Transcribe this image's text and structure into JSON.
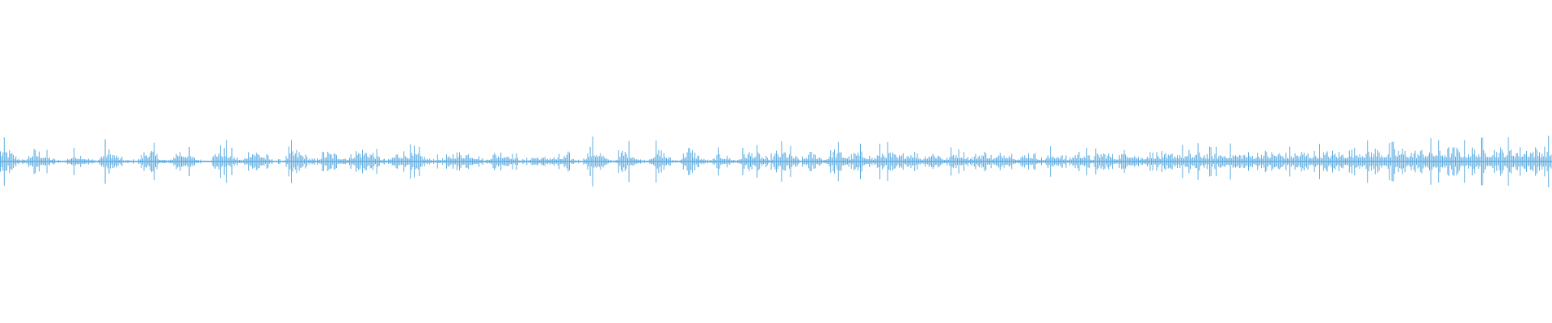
{
  "chart_data": {
    "type": "waveform",
    "title": "",
    "xlabel": "",
    "ylabel": "",
    "axes_visible": false,
    "grid": false,
    "color": "#5dade2",
    "background": "#ffffff",
    "ylim": [
      -1,
      1
    ],
    "envelope_bin_count": 192,
    "envelope": [
      0.11,
      0.09,
      0.04,
      0.01,
      0.09,
      0.08,
      0.04,
      0.01,
      0.01,
      0.06,
      0.06,
      0.02,
      0.01,
      0.1,
      0.07,
      0.02,
      0.01,
      0.01,
      0.1,
      0.08,
      0.02,
      0.01,
      0.1,
      0.08,
      0.03,
      0.01,
      0.01,
      0.12,
      0.09,
      0.04,
      0.01,
      0.11,
      0.08,
      0.03,
      0.01,
      0.01,
      0.09,
      0.08,
      0.04,
      0.01,
      0.08,
      0.07,
      0.05,
      0.03,
      0.09,
      0.1,
      0.08,
      0.03,
      0.01,
      0.07,
      0.08,
      0.07,
      0.06,
      0.02,
      0.03,
      0.02,
      0.07,
      0.07,
      0.08,
      0.05,
      0.01,
      0.07,
      0.08,
      0.07,
      0.03,
      0.01,
      0.05,
      0.03,
      0.04,
      0.03,
      0.05,
      0.02,
      0.01,
      0.11,
      0.1,
      0.02,
      0.01,
      0.09,
      0.09,
      0.02,
      0.01,
      0.09,
      0.08,
      0.02,
      0.01,
      0.12,
      0.07,
      0.02,
      0.01,
      0.07,
      0.04,
      0.01,
      0.07,
      0.08,
      0.06,
      0.01,
      0.08,
      0.09,
      0.06,
      0.01,
      0.07,
      0.06,
      0.02,
      0.1,
      0.08,
      0.04,
      0.08,
      0.07,
      0.03,
      0.09,
      0.08,
      0.04,
      0.07,
      0.09,
      0.03,
      0.08,
      0.07,
      0.02,
      0.09,
      0.08,
      0.03,
      0.07,
      0.08,
      0.03,
      0.08,
      0.08,
      0.02,
      0.08,
      0.06,
      0.02,
      0.07,
      0.06,
      0.02,
      0.07,
      0.08,
      0.03,
      0.08,
      0.07,
      0.04,
      0.08,
      0.09,
      0.03,
      0.07,
      0.07,
      0.03,
      0.07,
      0.08,
      0.05,
      0.08,
      0.07,
      0.06,
      0.07,
      0.08,
      0.06,
      0.07,
      0.06,
      0.08,
      0.07,
      0.08,
      0.06,
      0.07,
      0.08,
      0.07,
      0.08,
      0.07,
      0.08,
      0.07,
      0.09,
      0.1,
      0.09,
      0.1,
      0.09,
      0.08,
      0.1,
      0.09,
      0.08,
      0.09,
      0.1,
      0.09,
      0.1,
      0.1,
      0.09,
      0.1,
      0.1,
      0.11,
      0.1,
      0.1,
      0.11,
      0.1,
      0.11,
      0.1,
      0.11
    ]
  }
}
